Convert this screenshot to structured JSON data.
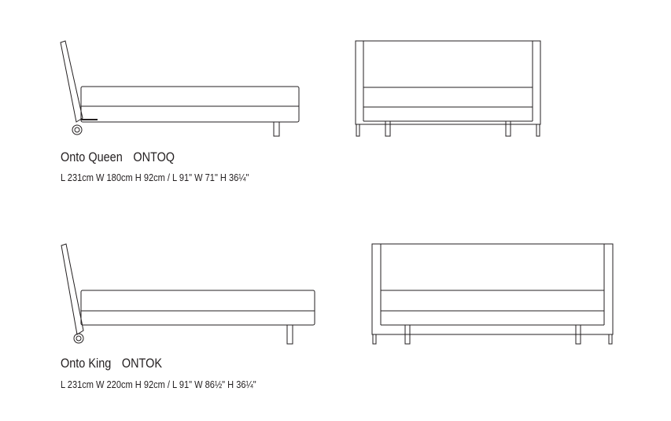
{
  "products": [
    {
      "name": "Onto Queen",
      "code": "ONTOQ",
      "dimensions": "L 231cm W 180cm H 92cm / L 91\" W 71\" H 36¼\""
    },
    {
      "name": "Onto King",
      "code": "ONTOK",
      "dimensions": "L 231cm W 220cm H 92cm / L 91\" W 86½\" H 36¼\""
    }
  ]
}
